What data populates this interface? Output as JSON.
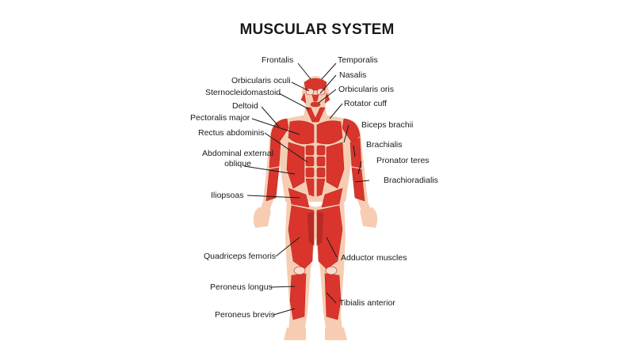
{
  "title": "MUSCULAR SYSTEM",
  "colors": {
    "skin": "#f6cdb2",
    "muscle": "#d9352d",
    "muscle_dark": "#b82a24",
    "tendon": "#f7ddd0",
    "line": "#1a1a1a"
  },
  "labels": {
    "frontalis": "Frontalis",
    "orbicularis_oculi": "Orbicularis oculi",
    "sternocleidomastoid": "Sternocleidomastoid",
    "deltoid": "Deltoid",
    "pectoralis_major": "Pectoralis major",
    "rectus_abdominis": "Rectus abdominis",
    "abdominal_external_oblique_1": "Abdominal external",
    "abdominal_external_oblique_2": "oblique",
    "iliopsoas": "Iliopsoas",
    "quadriceps_femoris": "Quadriceps femoris",
    "peroneus_longus": "Peroneus longus",
    "peroneus_brevis": "Peroneus brevis",
    "temporalis": "Temporalis",
    "nasalis": "Nasalis",
    "orbicularis_oris": "Orbicularis oris",
    "rotator_cuff": "Rotator cuff",
    "biceps_brachii": "Biceps brachii",
    "brachialis": "Brachialis",
    "pronator_teres": "Pronator teres",
    "brachioradialis": "Brachioradialis",
    "adductor_muscles": "Adductor muscles",
    "tibialis_anterior": "Tibialis anterior"
  }
}
